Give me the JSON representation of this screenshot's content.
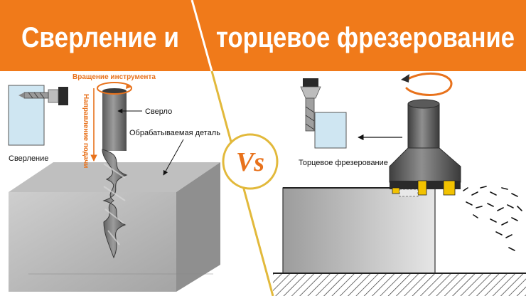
{
  "banner": {
    "title_left": "Сверление и",
    "title_right": "торцевое фрезерование",
    "color": "#f07a1a"
  },
  "drilling": {
    "rotation_label": "Вращение инструмента",
    "feed_label": "Направление подачи",
    "drill_label": "Сверло",
    "workpiece_label": "Обрабатываемая деталь",
    "inset_label": "Сверление"
  },
  "center": {
    "vs_label": "Vs"
  },
  "milling": {
    "inset_label": "Торцевое фрезерование"
  },
  "colors": {
    "accent": "#e8721c",
    "divider": "#e2b93b",
    "inset_fill": "#cfe6f2",
    "tool": "#7d7d7d"
  }
}
